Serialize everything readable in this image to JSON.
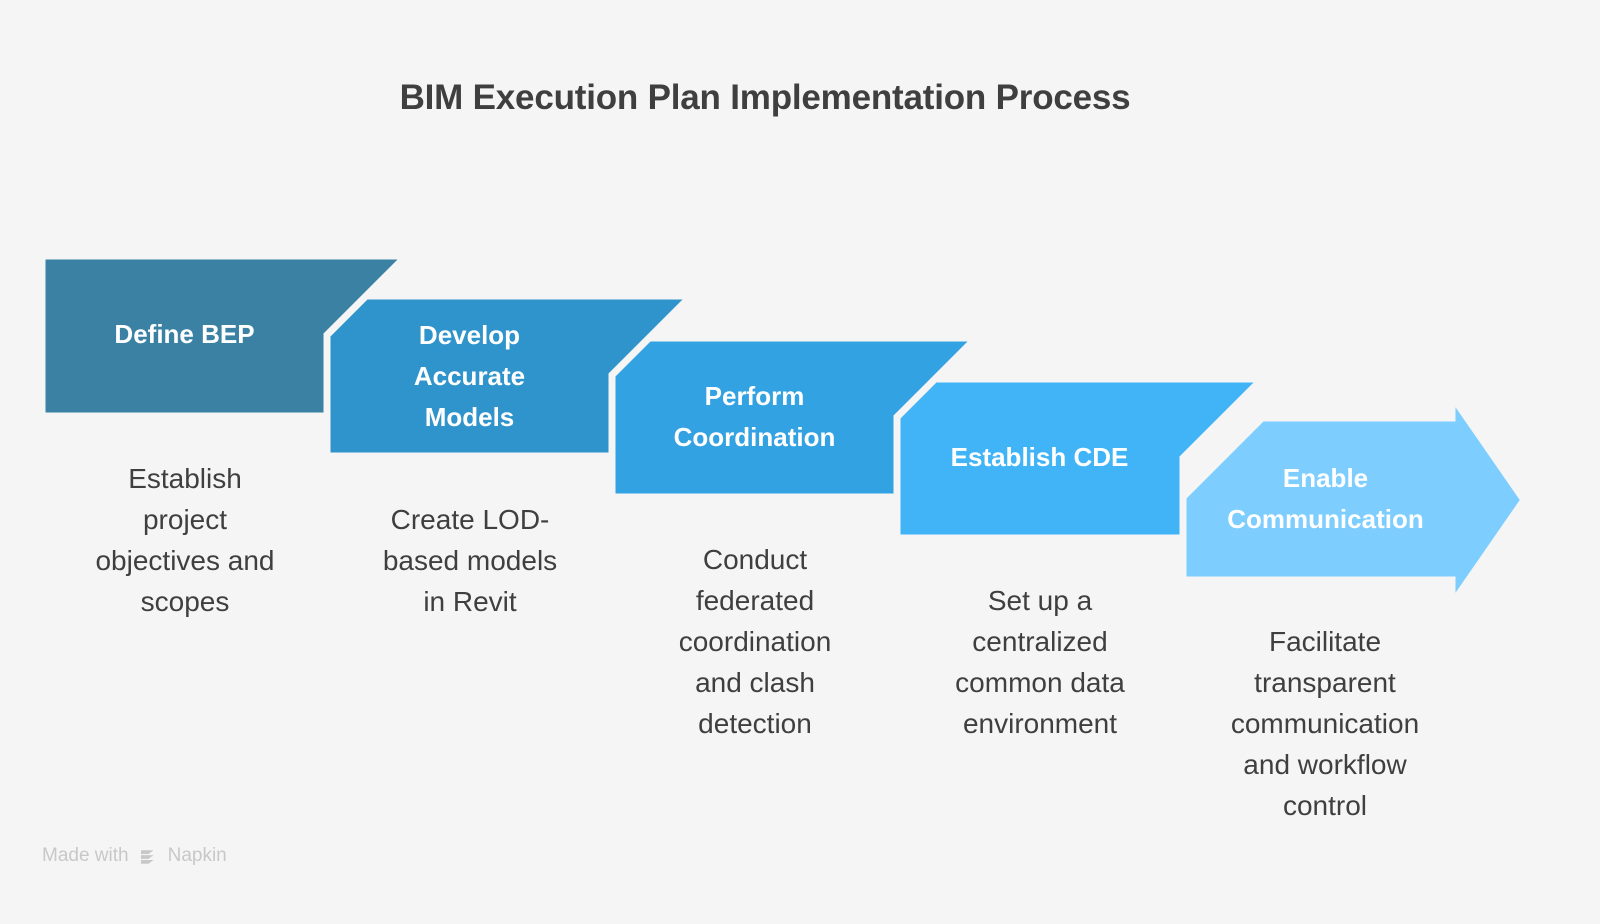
{
  "page": {
    "title": "BIM Execution Plan Implementation Process",
    "background_color": "#f5f5f5",
    "title_color": "#3f3f3f",
    "description_color": "#3f3f3f",
    "label_color": "#ffffff",
    "separator_color": "#f5f5f5"
  },
  "chart_data": {
    "type": "process-flow",
    "title": "BIM Execution Plan Implementation Process",
    "orientation": "left-to-right descending staircase, arrow terminator",
    "step_count": 5,
    "categories": [
      "Define BEP",
      "Develop Accurate Models",
      "Perform Coordination",
      "Establish CDE",
      "Enable Communication"
    ],
    "colors": [
      "#3b81a4",
      "#3094cc",
      "#32a2e2",
      "#41b4f7",
      "#7dcdff"
    ],
    "descriptions": [
      "Establish project objectives and scopes",
      "Create LOD-based models in Revit",
      "Conduct federated coordination and clash detection",
      "Set up a centralized common data environment",
      "Facilitate transparent communication and workflow control"
    ]
  },
  "steps": [
    {
      "index": 1,
      "label": "Define BEP",
      "description": "Establish\nproject\nobjectives and\nscopes",
      "color": "#3b81a4"
    },
    {
      "index": 2,
      "label": "Develop\nAccurate\nModels",
      "description": "Create LOD-\nbased models\nin Revit",
      "color": "#3094cc"
    },
    {
      "index": 3,
      "label": "Perform\nCoordination",
      "description": "Conduct\nfederated\ncoordination\nand clash\ndetection",
      "color": "#32a2e2"
    },
    {
      "index": 4,
      "label": "Establish CDE",
      "description": "Set up a\ncentralized\ncommon data\nenvironment",
      "color": "#41b4f7"
    },
    {
      "index": 5,
      "label": "Enable\nCommunication",
      "description": "Facilitate\ntransparent\ncommunication\nand workflow\ncontrol",
      "color": "#7dcdff"
    }
  ],
  "footer": {
    "made_with": "Made with",
    "brand": "Napkin",
    "logo_icon": "napkin-chevrons-icon",
    "color": "#c8c8c8"
  }
}
